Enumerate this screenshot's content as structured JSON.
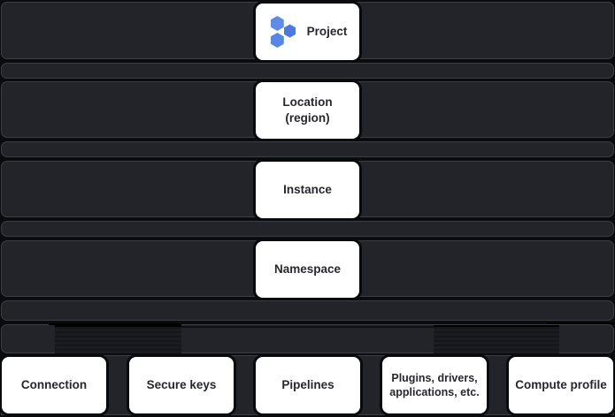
{
  "hierarchy": {
    "levels": [
      {
        "label": "Project"
      },
      {
        "label": "Location (region)"
      },
      {
        "label": "Instance"
      },
      {
        "label": "Namespace"
      }
    ],
    "resources": [
      {
        "label": "Connection"
      },
      {
        "label": "Secure keys"
      },
      {
        "label": "Pipelines"
      },
      {
        "label": "Plugins, drivers, applications, etc."
      },
      {
        "label": "Compute profile"
      }
    ]
  },
  "icons": {
    "project_icon": "data-fusion-hexagons-icon"
  },
  "colors": {
    "hex_blue_light": "#5E8CE4",
    "hex_blue_mid": "#5787E2",
    "hex_blue_dark": "#4A7BDC",
    "band_fill": "#222429",
    "band_border": "#3C3E44",
    "page_background": "#0A0B0E",
    "box_background": "#FFFFFF",
    "box_text": "#26282D"
  }
}
